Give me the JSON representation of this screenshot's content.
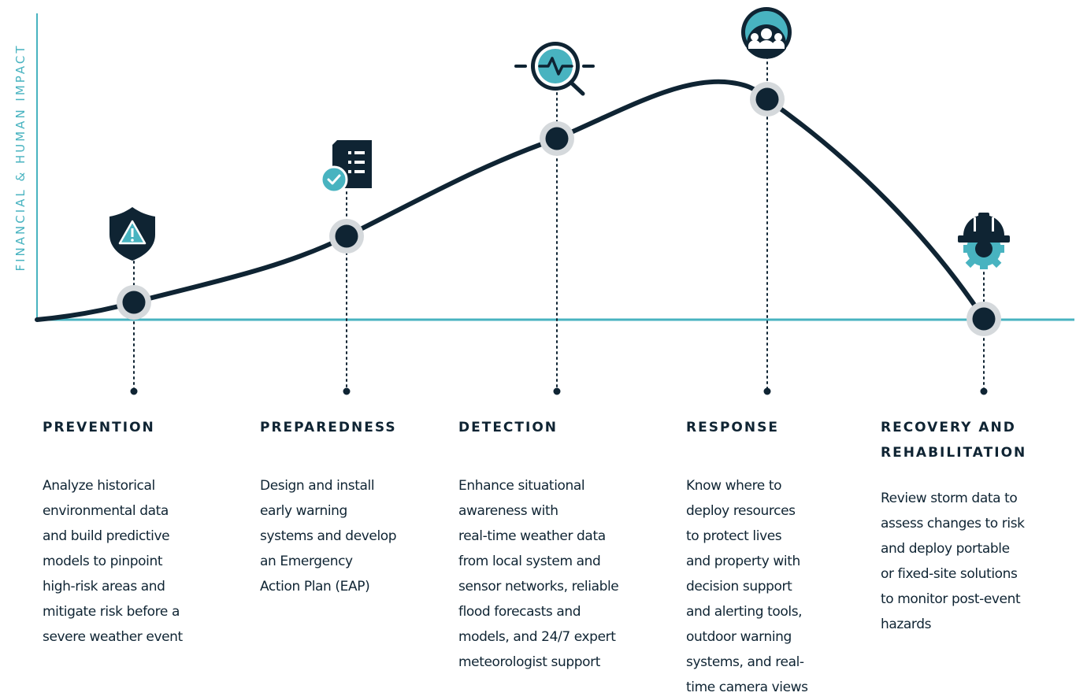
{
  "y_axis_label": "FINANCIAL & HUMAN IMPACT",
  "colors": {
    "curve": "#0f2433",
    "accent": "#48b3c0",
    "halo": "#d5d9dc",
    "text": "#0f2433"
  },
  "phases": [
    {
      "title_lines": [
        "PREVENTION"
      ],
      "icon": "warning-shield-icon",
      "description_lines": [
        "Analyze historical",
        "environmental data",
        "and build predictive",
        "models to pinpoint",
        "high-risk areas and",
        "mitigate risk before a",
        "severe weather event"
      ]
    },
    {
      "title_lines": [
        "PREPAREDNESS"
      ],
      "icon": "checklist-document-icon",
      "description_lines": [
        "Design and install",
        "early warning",
        "systems and develop",
        "an Emergency",
        "Action Plan (EAP)"
      ]
    },
    {
      "title_lines": [
        "DETECTION"
      ],
      "icon": "magnifier-signal-icon",
      "description_lines": [
        "Enhance situational",
        "awareness with",
        "real-time weather data",
        "from local system and",
        "sensor networks, reliable",
        "flood forecasts and",
        "models, and 24/7 expert",
        "meteorologist support"
      ]
    },
    {
      "title_lines": [
        "RESPONSE"
      ],
      "icon": "people-group-icon",
      "description_lines": [
        "Know where to",
        "deploy resources",
        "to protect lives",
        "and property with",
        "decision support",
        "and alerting tools,",
        "outdoor warning",
        "systems, and real-",
        "time camera views"
      ]
    },
    {
      "title_lines": [
        "RECOVERY AND",
        "REHABILITATION"
      ],
      "icon": "hardhat-gear-icon",
      "description_lines": [
        "Review storm data to",
        "assess changes to risk",
        "and deploy portable",
        "or fixed-site solutions",
        "to monitor post-event",
        "hazards"
      ]
    }
  ]
}
